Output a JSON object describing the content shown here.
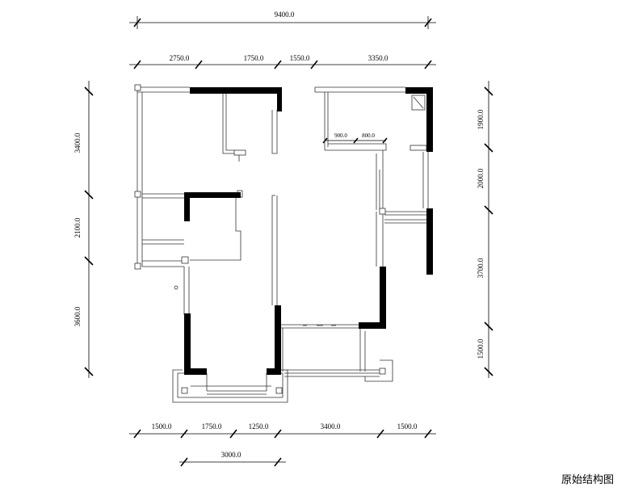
{
  "caption": "原始结构图",
  "dimensions": {
    "top_total": "9400.0",
    "top": [
      "2750.0",
      "1750.0",
      "1550.0",
      "3350.0"
    ],
    "left": [
      "3400.0",
      "2100.0",
      "3600.0"
    ],
    "right": [
      "1900.0",
      "2000.0",
      "3700.0",
      "1500.0"
    ],
    "bottom": [
      "1500.0",
      "1750.0",
      "1250.0",
      "3400.0",
      "1500.0"
    ],
    "bottom_total": "3000.0",
    "inner": [
      "900.0",
      "800.0"
    ]
  }
}
